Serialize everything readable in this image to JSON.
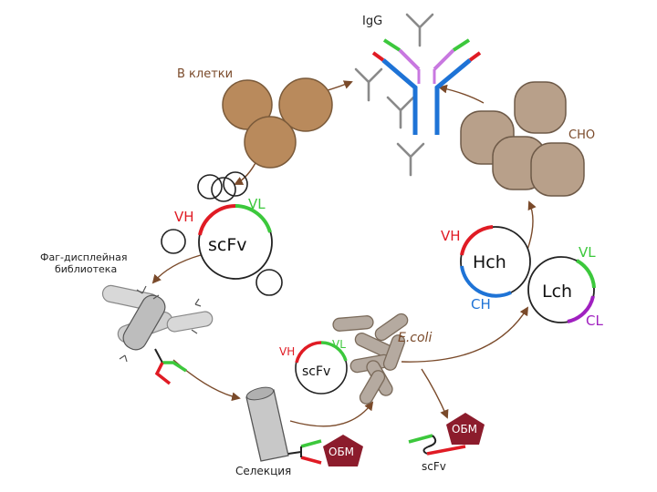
{
  "labels": {
    "igg": "IgG",
    "cells": "В клетки",
    "cho": "CHO",
    "scfv_vh": "VH",
    "scfv_vl": "VL",
    "scfv": "scFv",
    "phage_library": "Фаг-дисплейная",
    "phage_library_2": "библиотека",
    "hch_vh": "VH",
    "hch": "Hch",
    "hch_ch": "CH",
    "lch_vl": "VL",
    "lch": "Lch",
    "lch_cl": "CL",
    "small_vh": "VH",
    "small_vl": "VL",
    "small_scfv": "scFv",
    "ecoli": "E.coli",
    "obm_selection": "ОБМ",
    "obm_product": "ОБМ",
    "selection": "Селекция",
    "product_scfv": "scFv"
  },
  "colors": {
    "vh": "#e01b24",
    "vl": "#3cc83c",
    "constant_heavy": "#1e73d6",
    "constant_light": "#a020c0",
    "hinge": "#c878e0",
    "b_cell": "#b98a5c",
    "cho_cell": "#b8a08a",
    "bacteria": "#b5aaa0",
    "arrow": "#7a4a2a",
    "obm": "#8c1c2c",
    "phage": "#c8c8c8",
    "antibody_grey": "#8a8a8a"
  }
}
